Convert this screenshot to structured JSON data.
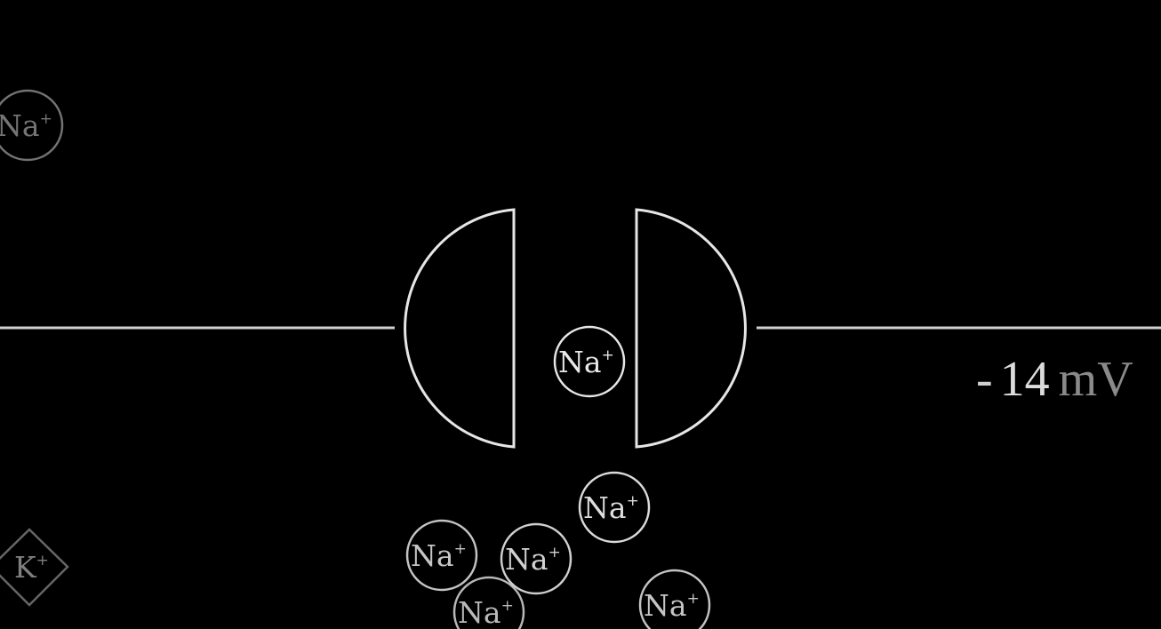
{
  "ions": [
    {
      "label": "Na",
      "charge": "+",
      "type": "sodium",
      "state": "faded"
    },
    {
      "label": "Na",
      "charge": "+",
      "type": "sodium",
      "state": "in-channel"
    },
    {
      "label": "Na",
      "charge": "+",
      "type": "sodium",
      "state": "outside"
    },
    {
      "label": "Na",
      "charge": "+",
      "type": "sodium",
      "state": "outside"
    },
    {
      "label": "Na",
      "charge": "+",
      "type": "sodium",
      "state": "outside"
    },
    {
      "label": "Na",
      "charge": "+",
      "type": "sodium",
      "state": "outside"
    },
    {
      "label": "Na",
      "charge": "+",
      "type": "sodium",
      "state": "outside"
    }
  ],
  "potassium": {
    "label": "K",
    "charge": "+"
  },
  "voltage": {
    "sign": "-",
    "value": "14",
    "unit": "mV"
  },
  "colors": {
    "stroke": "#e6e6e6",
    "background": "#000000",
    "unit": "#8a8a8a"
  }
}
